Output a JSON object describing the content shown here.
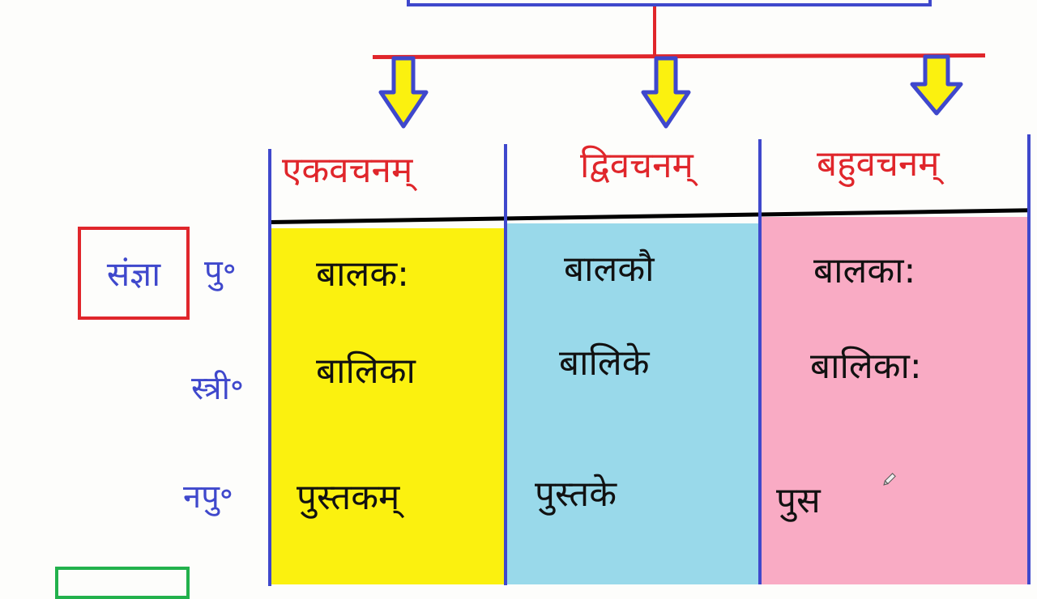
{
  "diagram": {
    "title_box": {
      "border_color": "#3f48cc"
    },
    "connector_color": "#e0262b",
    "arrow": {
      "fill": "#fbf10f",
      "stroke": "#3f48cc"
    },
    "columns": [
      {
        "header": "एकवचनम्",
        "color": "#fbf10f"
      },
      {
        "header": "द्विवचनम्",
        "color": "#99d9ea"
      },
      {
        "header": "बहुवचनम्",
        "color": "#f9abc4"
      }
    ],
    "category_label": "संज्ञा",
    "rows": [
      {
        "gender": "पु॰",
        "cells": [
          "बालक:",
          "बालकौ",
          "बालका:"
        ]
      },
      {
        "gender": "स्त्री॰",
        "cells": [
          "बालिका",
          "बालिके",
          "बालिका:"
        ]
      },
      {
        "gender": "नपु॰",
        "cells": [
          "पुस्तकम्",
          "पुस्तके",
          "पुस"
        ]
      }
    ],
    "next_box": {
      "border_color": "#22b14c"
    }
  },
  "tool": {
    "icon": "pencil-icon"
  }
}
